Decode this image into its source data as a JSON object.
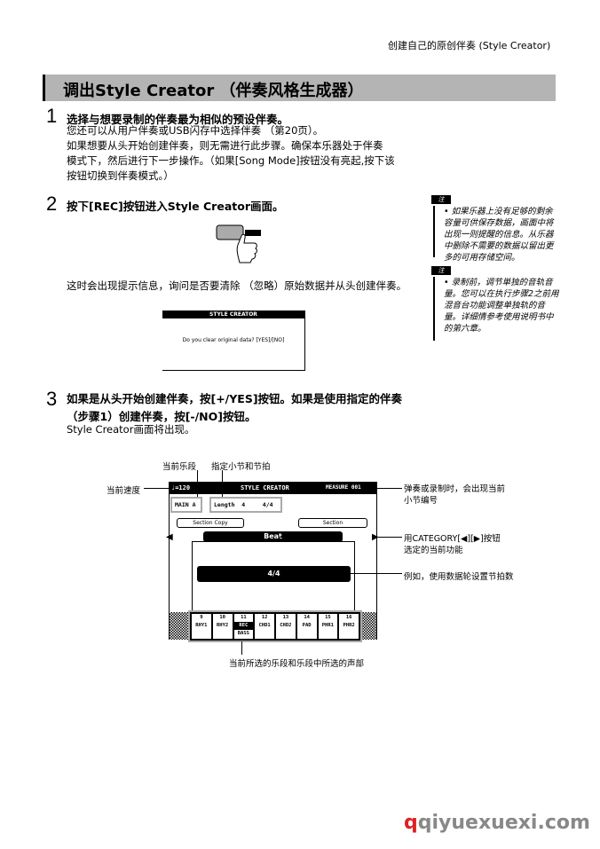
{
  "header": {
    "section": "创建自己的原创伴奏 (Style Creator)"
  },
  "title": "调出Style Creator （伴奏风格生成器）",
  "step1": {
    "num": "1",
    "heading": "选择与想要录制的伴奏最为相似的预设伴奏。",
    "lines": [
      "您还可以从用户伴奏或USB闪存中选择伴奏 （第20页）。",
      "如果想要从头开始创建伴奏，则无需进行此步骤。确保本乐器处于伴奏",
      "模式下，然后进行下一步操作。（如果[Song Mode]按钮没有亮起,按下该",
      "按钮切换到伴奏模式。）"
    ]
  },
  "step2": {
    "num": "2",
    "heading": "按下[REC]按钮进入Style Creator画面。",
    "para": "这时会出现提示信息，询问是否要清除 （忽略）原始数据并从头创建伴奏。"
  },
  "dialog": {
    "title": "STYLE CREATOR",
    "message": "Do you clear original data? [YES]/[NO]"
  },
  "notes": [
    {
      "icon": "注",
      "text": "• 如果乐器上没有足够的剩余容量可供保存数据，画面中将出现一则提醒的信息。从乐器中删除不需要的数据以留出更多的可用存储空间。"
    },
    {
      "icon": "注",
      "text": "• 录制前，调节単独的音轨音量。您可以在执行步骤2之前用混音台功能调整单独轨的音量。详细情参考使用说明书中的第六章。"
    }
  ],
  "step3": {
    "num": "3",
    "lines": [
      "如果是从头开始创建伴奏，按[+/YES]按钮。如果是使用指定的伴奏",
      "（步骤1）创建伴奏，按[-/NO]按钮。"
    ],
    "body": "Style Creator画面将出现。"
  },
  "lcd": {
    "tempo": "♩=120",
    "title": "STYLE CREATOR",
    "measure": "MEASURE 001",
    "section": "MAIN A",
    "length": "Length  4     4/4",
    "sec_left": "Section Copy",
    "sec_right": "Section",
    "function": "Beat",
    "value": "4/4",
    "parts": [
      {
        "ch": "9",
        "name": "RHY1"
      },
      {
        "ch": "10",
        "name": "RHY2"
      },
      {
        "ch": "11",
        "name": "BASS",
        "tag": "REC"
      },
      {
        "ch": "12",
        "name": "CHD1"
      },
      {
        "ch": "13",
        "name": "CHD2"
      },
      {
        "ch": "14",
        "name": "PAD"
      },
      {
        "ch": "15",
        "name": "PHR1"
      },
      {
        "ch": "16",
        "name": "PHR2"
      }
    ]
  },
  "callouts": {
    "section": "当前乐段",
    "length": "指定小节和节拍",
    "tempo": "当前速度",
    "measure1": "弹奏或录制时，会出现当前",
    "measure2": "小节编号",
    "category1": "用CATEGORY[◀][▶]按钮",
    "category2": "选定的当前功能",
    "value": "例如，使用数据轮设置节拍数",
    "parts": "当前所选的乐段和乐段中所选的声部"
  },
  "watermark": "qiyuexuexi.com"
}
